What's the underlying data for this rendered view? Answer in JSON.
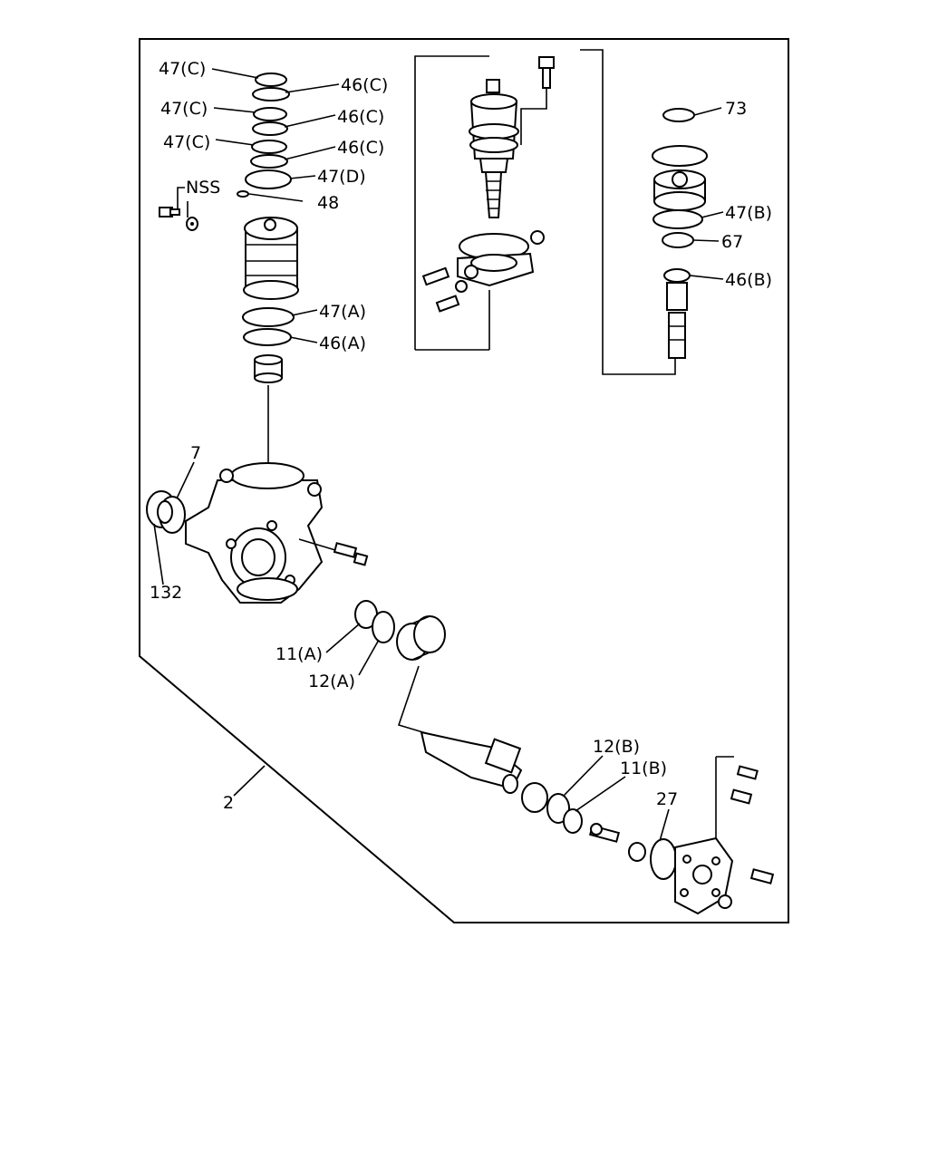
{
  "labels": {
    "l_47c_1": "47(C)",
    "l_46c_1": "46(C)",
    "l_47c_2": "47(C)",
    "l_46c_2": "46(C)",
    "l_47c_3": "47(C)",
    "l_46c_3": "46(C)",
    "l_47d": "47(D)",
    "l_nss": "NSS",
    "l_48": "48",
    "l_47a": "47(A)",
    "l_46a": "46(A)",
    "l_73": "73",
    "l_47b": "47(B)",
    "l_67": "67",
    "l_46b": "46(B)",
    "l_7": "7",
    "l_132": "132",
    "l_11a": "11(A)",
    "l_12a": "12(A)",
    "l_12b": "12(B)",
    "l_11b": "11(B)",
    "l_27": "27",
    "l_2": "2"
  }
}
